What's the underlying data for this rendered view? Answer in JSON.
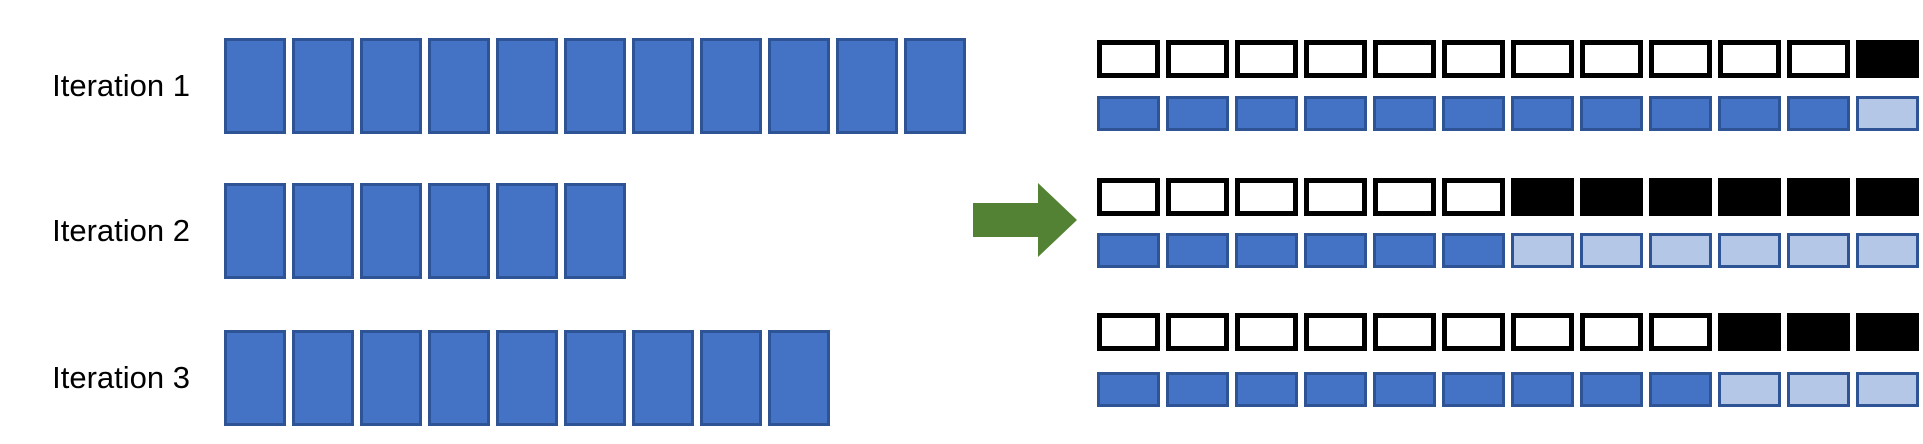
{
  "diagram": {
    "description": "iteration-batching-diagram",
    "slots_per_row": 12,
    "rows": [
      {
        "label": "Iteration 1",
        "left_blocks": 11,
        "mask_empty": 11,
        "mask_filled": 1,
        "slots_active": 11,
        "slots_inactive": 1
      },
      {
        "label": "Iteration 2",
        "left_blocks": 6,
        "mask_empty": 6,
        "mask_filled": 6,
        "slots_active": 6,
        "slots_inactive": 6
      },
      {
        "label": "Iteration 3",
        "left_blocks": 9,
        "mask_empty": 9,
        "mask_filled": 3,
        "slots_active": 9,
        "slots_inactive": 3
      }
    ],
    "arrow": {
      "icon": "right-arrow",
      "color": "#548235"
    },
    "colors": {
      "background": "#FFFFFF",
      "block_fill": "#4472C4",
      "block_border": "#2F5496",
      "slot_inactive_fill": "#B4C7E7",
      "mask_border": "#000000",
      "mask_filled_fill": "#000000",
      "mask_empty_fill": "#FFFFFF",
      "label_text": "#000000"
    },
    "layout": {
      "left_row_tops": [
        38,
        183,
        330
      ],
      "label_centers": [
        86,
        231,
        378
      ],
      "mask_row_tops": [
        40,
        178,
        313
      ],
      "slot_row_tops": [
        96,
        233,
        372
      ]
    }
  }
}
